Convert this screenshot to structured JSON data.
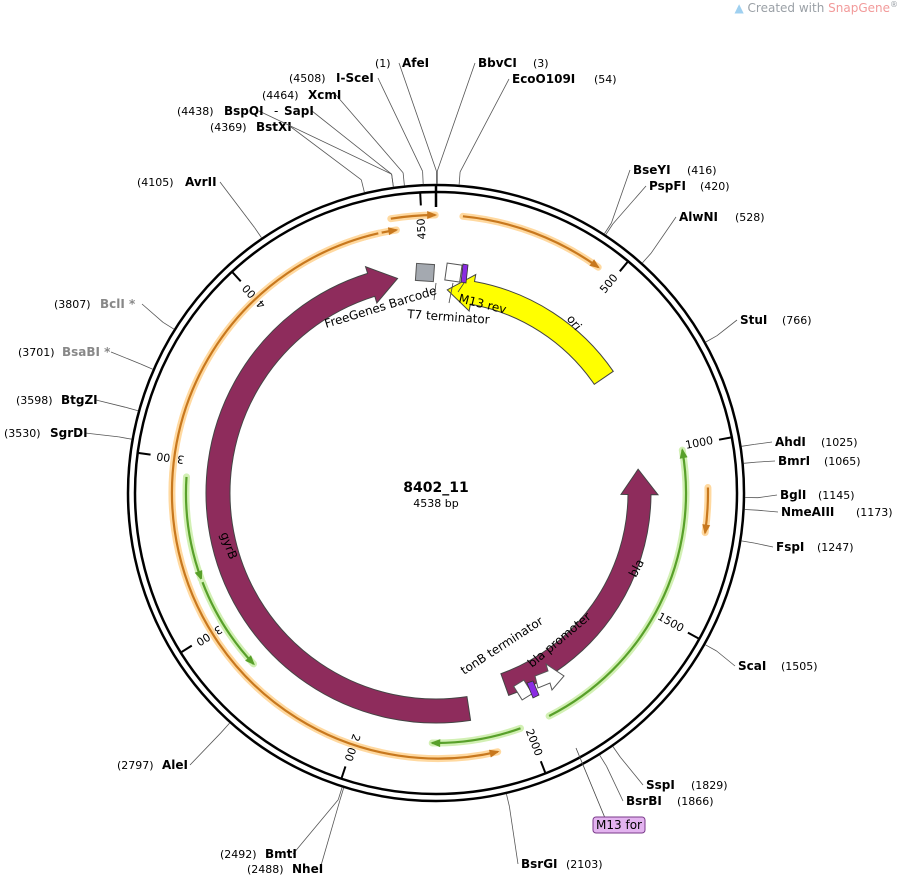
{
  "watermark": {
    "prefix": "Created with",
    "brand": "SnapGene",
    "mark": "®"
  },
  "plasmid": {
    "name": "8402_11",
    "size_label": "4538 bp",
    "length": 4538
  },
  "colors": {
    "backbone": "#000000",
    "gyrB": "#8e2c5c",
    "bla": "#8e2c5c",
    "ori": "#ffff00",
    "orf": "#c8781e",
    "orf_glow": "#ffd9a0",
    "primer_green": "#58a02a",
    "primer_glow": "#d2f0b4",
    "m13_for": "#e3b3ef",
    "barcode": "#a4a9b0",
    "terminator": "#8a2be2"
  },
  "ticks": [
    {
      "pos": 500,
      "label": "500"
    },
    {
      "pos": 1000,
      "label": "1000"
    },
    {
      "pos": 1500,
      "label": "1500"
    },
    {
      "pos": 2000,
      "label": "2000"
    },
    {
      "pos": 2500,
      "label": "2500"
    },
    {
      "pos": 3000,
      "label": "3000"
    },
    {
      "pos": 3500,
      "label": "3500"
    },
    {
      "pos": 4000,
      "label": "4000"
    },
    {
      "pos": 4500,
      "label": "4500"
    }
  ],
  "sites": [
    {
      "name": "AfeI",
      "pos": 1,
      "pos_label": "(1)",
      "bold": true
    },
    {
      "name": "BbvCI",
      "pos": 3,
      "pos_label": "(3)",
      "bold": true
    },
    {
      "name": "EcoO109I",
      "pos": 54,
      "pos_label": "(54)",
      "bold": true
    },
    {
      "name": "BseYI",
      "pos": 416,
      "pos_label": "(416)",
      "bold": true
    },
    {
      "name": "PspFI",
      "pos": 420,
      "pos_label": "(420)",
      "bold": true
    },
    {
      "name": "AlwNI",
      "pos": 528,
      "pos_label": "(528)",
      "bold": true
    },
    {
      "name": "StuI",
      "pos": 766,
      "pos_label": "(766)",
      "bold": true
    },
    {
      "name": "AhdI",
      "pos": 1025,
      "pos_label": "(1025)",
      "bold": true
    },
    {
      "name": "BmrI",
      "pos": 1065,
      "pos_label": "(1065)",
      "bold": true
    },
    {
      "name": "BglI",
      "pos": 1145,
      "pos_label": "(1145)",
      "bold": true
    },
    {
      "name": "NmeAIII",
      "pos": 1173,
      "pos_label": "(1173)",
      "bold": true
    },
    {
      "name": "FspI",
      "pos": 1247,
      "pos_label": "(1247)",
      "bold": true
    },
    {
      "name": "ScaI",
      "pos": 1505,
      "pos_label": "(1505)",
      "bold": true
    },
    {
      "name": "SspI",
      "pos": 1829,
      "pos_label": "(1829)",
      "bold": true
    },
    {
      "name": "BsrBI",
      "pos": 1866,
      "pos_label": "(1866)",
      "bold": true
    },
    {
      "name": "BsrGI",
      "pos": 2103,
      "pos_label": "(2103)",
      "bold": true
    },
    {
      "name": "BmtI",
      "pos": 2492,
      "pos_label": "(2492)",
      "bold": true
    },
    {
      "name": "NheI",
      "pos": 2488,
      "pos_label": "(2488)",
      "bold": true
    },
    {
      "name": "AleI",
      "pos": 2797,
      "pos_label": "(2797)",
      "bold": true
    },
    {
      "name": "SgrDI",
      "pos": 3530,
      "pos_label": "(3530)",
      "bold": true
    },
    {
      "name": "BtgZI",
      "pos": 3598,
      "pos_label": "(3598)",
      "bold": true
    },
    {
      "name": "BsaBI *",
      "pos": 3701,
      "pos_label": "(3701)",
      "bold": false
    },
    {
      "name": "BclI *",
      "pos": 3807,
      "pos_label": "(3807)",
      "bold": false
    },
    {
      "name": "AvrII",
      "pos": 4105,
      "pos_label": "(4105)",
      "bold": true
    },
    {
      "name": "BstXI",
      "pos": 4369,
      "pos_label": "(4369)",
      "bold": true
    },
    {
      "name": "BspQI",
      "pos": 4438,
      "pos_label": "(4438)",
      "bold": true
    },
    {
      "name": "SapI",
      "pos": 4438,
      "pos_label": "",
      "bold": true
    },
    {
      "name": "XcmI",
      "pos": 4464,
      "pos_label": "(4464)",
      "bold": true
    },
    {
      "name": "I-SceI",
      "pos": 4508,
      "pos_label": "(4508)",
      "bold": true
    }
  ],
  "features": [
    {
      "name": "ori",
      "kind": "origin"
    },
    {
      "name": "bla",
      "kind": "cds"
    },
    {
      "name": "bla promoter",
      "kind": "promoter"
    },
    {
      "name": "tonB terminator",
      "kind": "terminator"
    },
    {
      "name": "gyrB",
      "kind": "cds"
    },
    {
      "name": "FreeGenes Barcode",
      "kind": "misc"
    },
    {
      "name": "T7 terminator",
      "kind": "terminator"
    },
    {
      "name": "M13 rev",
      "kind": "primer"
    },
    {
      "name": "M13 for",
      "kind": "primer"
    }
  ]
}
